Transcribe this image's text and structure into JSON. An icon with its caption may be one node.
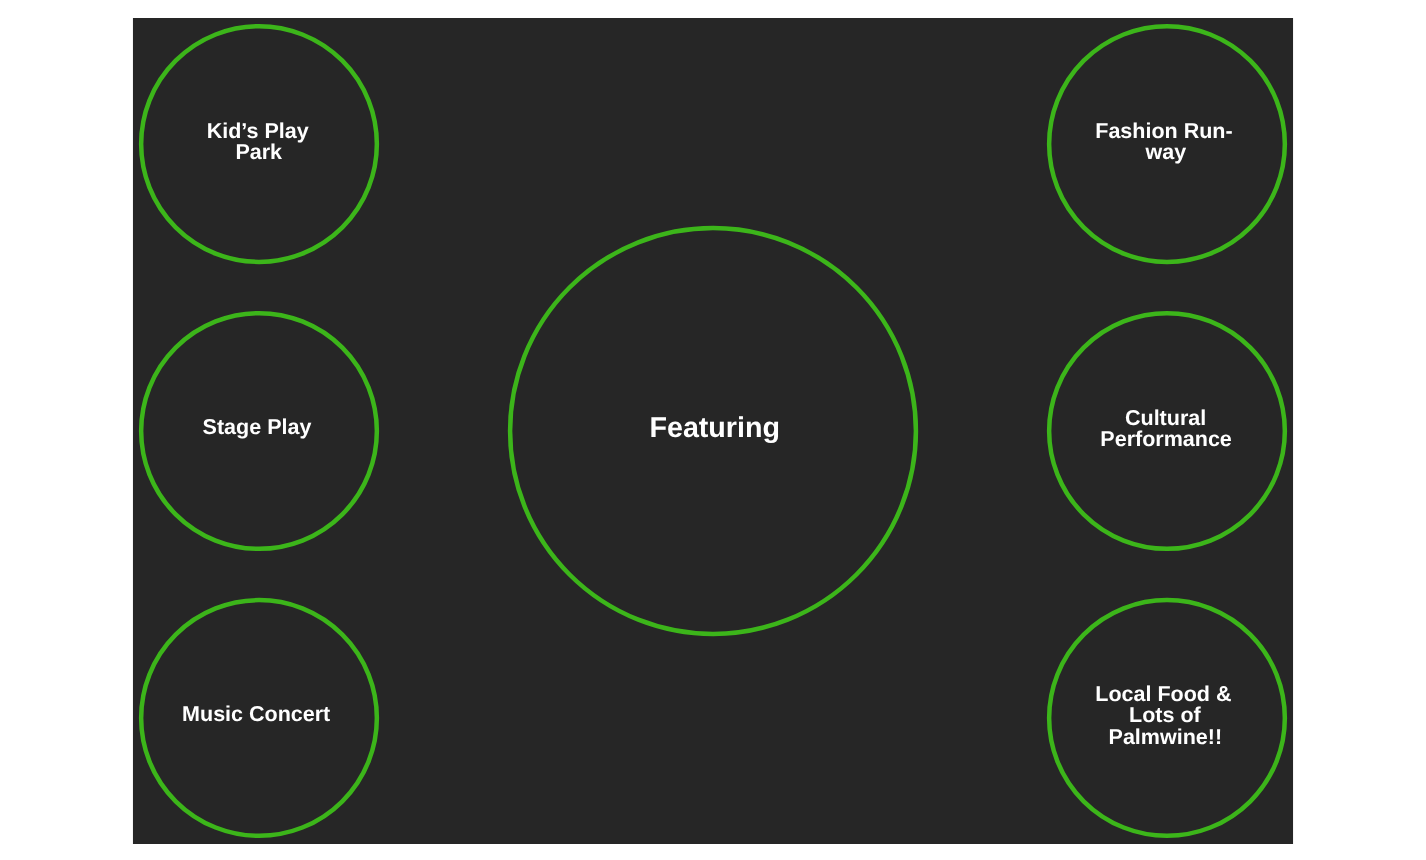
{
  "diagram": {
    "nodes": [
      {
        "text": [
          "Kid’s Play Park"
        ]
      },
      {
        "text": [
          "Fashion Run-way"
        ]
      },
      {
        "text": [
          "Stage Play"
        ]
      },
      {
        "text": [
          "Featuring"
        ]
      },
      {
        "text": [
          "Cultural Performance"
        ]
      },
      {
        "text": [
          "Music Concert"
        ]
      },
      {
        "text": [
          "Local Food & Lots of Palmwine!!"
        ]
      }
    ]
  }
}
